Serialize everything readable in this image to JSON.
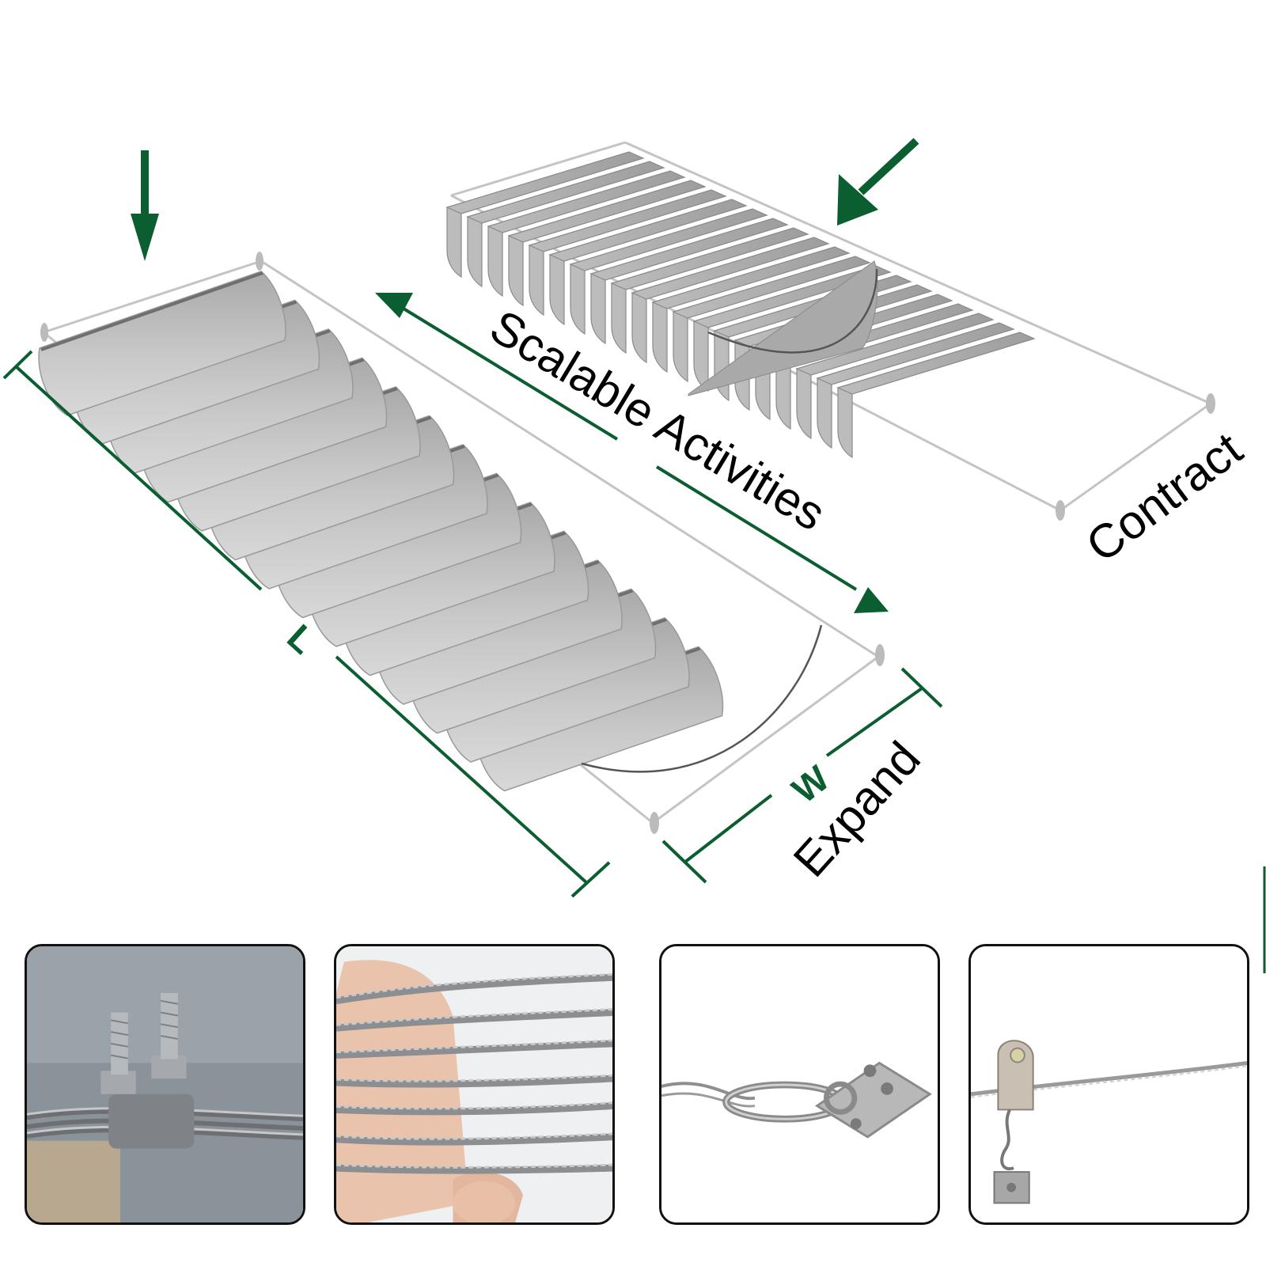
{
  "labels": {
    "scalable": "Scalable Activities",
    "contract": "Contract",
    "expand": "Expand",
    "length": "L",
    "width": "W"
  },
  "colors": {
    "accent": "#0b5e30",
    "fabric": "#b9b9b9",
    "fabric_dark": "#8f8f8f",
    "rail": "#c8c8c8"
  },
  "thumbnails": [
    {
      "subject": "wire-rope-clip"
    },
    {
      "subject": "wire-rope-coil"
    },
    {
      "subject": "carabiner-pad-eye"
    },
    {
      "subject": "wire-slider-hook"
    }
  ]
}
